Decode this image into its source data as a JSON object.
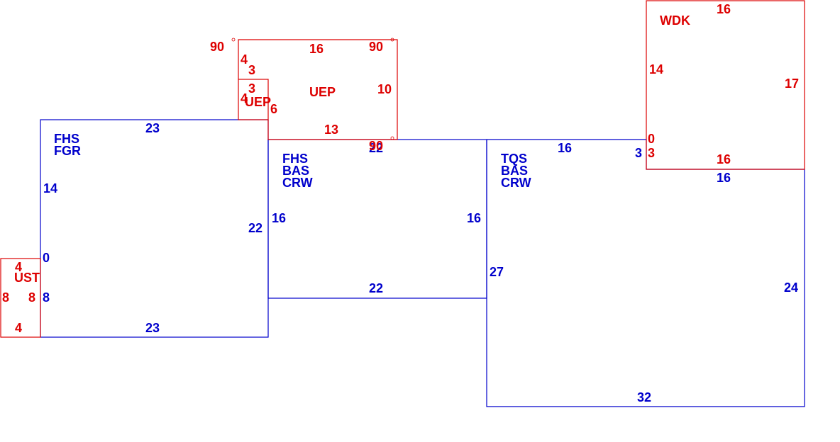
{
  "colors": {
    "blue": "#0000cc",
    "red": "#dd0000",
    "background": "#ffffff"
  },
  "rooms": {
    "fhs_fgr": {
      "labels": [
        "FHS",
        "FGR"
      ],
      "dims": [
        "23",
        "14",
        "22",
        "23"
      ],
      "extra": [
        "0",
        "8"
      ]
    },
    "fhs_bas_crw": {
      "labels": [
        "FHS",
        "BAS",
        "CRW"
      ],
      "dims": [
        "22",
        "16",
        "16",
        "22"
      ]
    },
    "tqs_bas_crw": {
      "labels": [
        "TQS",
        "BAS",
        "CRW"
      ],
      "dims": [
        "16",
        "3",
        "27",
        "24",
        "32",
        "16"
      ]
    },
    "ust": {
      "label": "UST",
      "dims": [
        "4",
        "8",
        "8",
        "4"
      ]
    },
    "uep_small": {
      "label": "UEP",
      "dims": [
        "4",
        "3",
        "3",
        "4",
        "6"
      ]
    },
    "uep_large": {
      "label": "UEP",
      "dims": [
        "90",
        "16",
        "90",
        "10",
        "13",
        "90"
      ]
    },
    "wdk": {
      "label": "WDK",
      "dims": [
        "16",
        "14",
        "17",
        "0",
        "3",
        "16"
      ]
    }
  }
}
